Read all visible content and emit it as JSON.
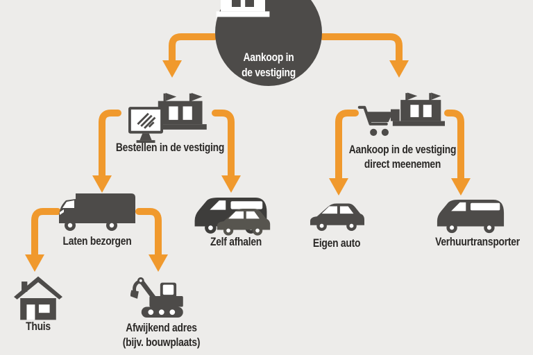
{
  "colors": {
    "background": "#EDECEA",
    "node_dark": "#4D4B49",
    "arrow_orange": "#F0992D",
    "text": "#2B2927",
    "white": "#FFFFFF",
    "van_dark": "#3E3D3B",
    "car_light": "#57554F"
  },
  "root": {
    "line1": "Aankoop in",
    "line2": "de vestiging"
  },
  "branches": {
    "bestellen": {
      "label": "Bestellen in de vestiging"
    },
    "direct": {
      "line1": "Aankoop in de vestiging",
      "line2": "direct meenemen"
    },
    "laten_bezorgen": {
      "label": "Laten bezorgen"
    },
    "zelf_afhalen": {
      "label": "Zelf afhalen"
    },
    "eigen_auto": {
      "label": "Eigen auto"
    },
    "verhuurtransporter": {
      "label": "Verhuurtransporter"
    },
    "thuis": {
      "label": "Thuis"
    },
    "afwijkend_adres": {
      "line1": "Afwijkend adres",
      "line2": "(bijv. bouwplaats)"
    }
  }
}
